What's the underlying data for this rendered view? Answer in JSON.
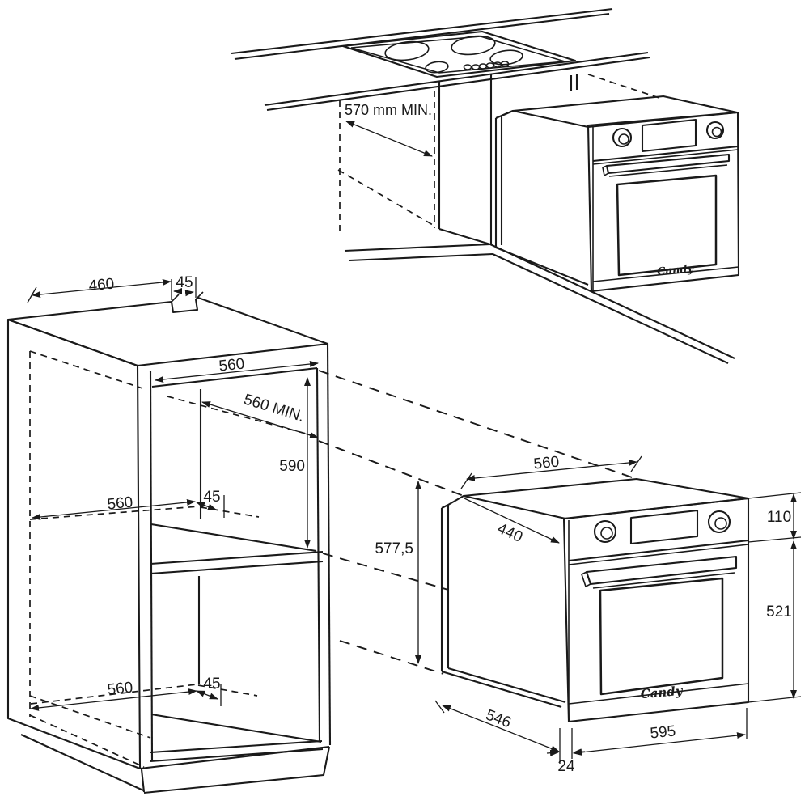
{
  "diagram": {
    "brand": "Candy",
    "under_counter": {
      "clearance_min": "570 mm MIN."
    },
    "cabinet": {
      "top_width": "460",
      "top_cutout": "45",
      "opening_width": "560",
      "depth_min": "560 MIN.",
      "opening_height": "590",
      "shelf_width": "560",
      "shelf_cutout": "45",
      "base_width": "560",
      "base_cutout": "45"
    },
    "oven": {
      "top_width": "560",
      "top_depth": "440",
      "control_panel_height": "110",
      "door_height": "521",
      "overall_height": "577,5",
      "bottom_depth": "546",
      "front_width": "595",
      "front_overhang": "24"
    }
  }
}
